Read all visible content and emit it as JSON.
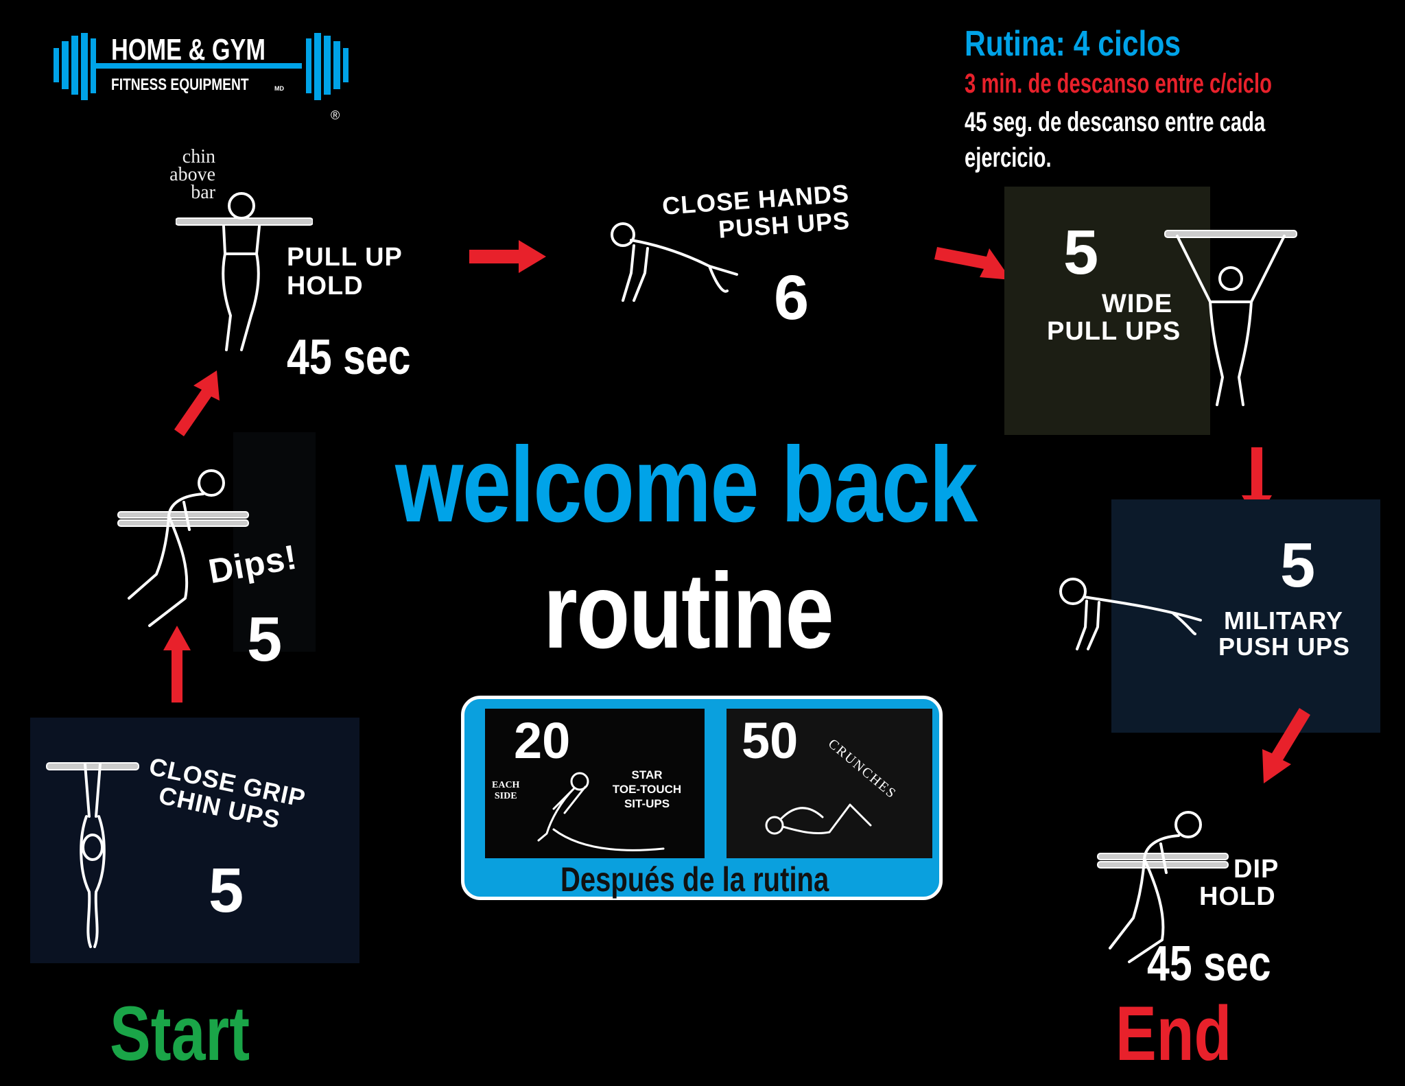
{
  "logo": {
    "line1": "HOME & GYM",
    "line2": "FITNESS EQUIPMENT",
    "md": "MD",
    "reg": "®"
  },
  "routine_info": {
    "title": "Rutina: 4 ciclos",
    "rest_cycle": "3 min. de descanso entre c/ciclo",
    "rest_exercise": "45 seg. de descanso entre cada ejercicio."
  },
  "headline": {
    "line1": "welcome back",
    "line2": "routine"
  },
  "exercises": [
    {
      "id": "close-grip-chin-ups",
      "label_line1": "CLOSE GRIP",
      "label_line2": "CHIN UPS",
      "count": "5"
    },
    {
      "id": "dips",
      "label": "Dips!",
      "count": "5"
    },
    {
      "id": "pull-up-hold",
      "caption_line1": "chin",
      "caption_line2": "above",
      "caption_line3": "bar",
      "label_line1": "PULL UP",
      "label_line2": "HOLD",
      "count": "45 sec"
    },
    {
      "id": "close-hands-push-ups",
      "label_line1": "CLOSE HANDS",
      "label_line2": "PUSH UPS",
      "count": "6"
    },
    {
      "id": "wide-pull-ups",
      "label_line1": "WIDE",
      "label_line2": "PULL UPS",
      "count": "5"
    },
    {
      "id": "military-push-ups",
      "label_line1": "MILITARY",
      "label_line2": "PUSH UPS",
      "count": "5"
    },
    {
      "id": "dip-hold",
      "label_line1": "DIP",
      "label_line2": "HOLD",
      "count": "45 sec"
    }
  ],
  "after_routine": {
    "caption": "Después de la rutina",
    "situps": {
      "count": "20",
      "side_line1": "EACH",
      "side_line2": "SIDE",
      "label_line1": "STAR",
      "label_line2": "TOE-TOUCH",
      "label_line3": "SIT-UPS"
    },
    "crunches": {
      "count": "50",
      "label": "CRUNCHES"
    }
  },
  "start_label": "Start",
  "end_label": "End",
  "colors": {
    "blue": "#00a3e8",
    "red": "#e8212b",
    "green": "#1aa548",
    "white": "#ffffff",
    "background": "#000000"
  }
}
